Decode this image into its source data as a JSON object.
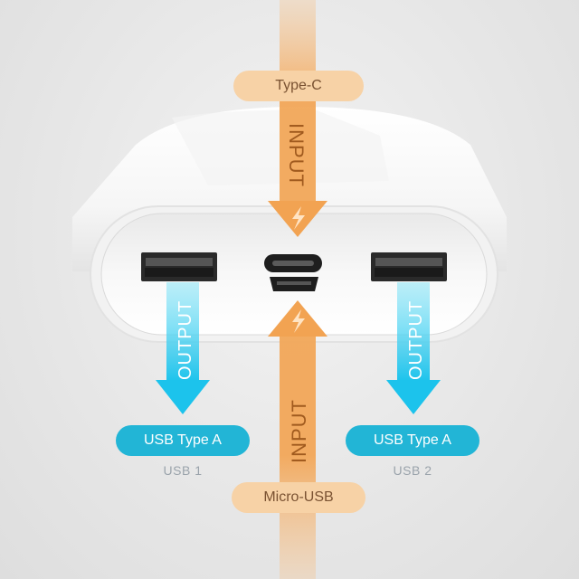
{
  "labels": {
    "top_input_port": "Type-C",
    "bottom_input_port": "Micro-USB",
    "left_output_port": "USB Type A",
    "right_output_port": "USB Type A",
    "left_output_name": "USB 1",
    "right_output_name": "USB 2"
  },
  "arrows": {
    "input_text": "INPUT",
    "output_text": "OUTPUT"
  },
  "colors": {
    "input_accent": "#f0a050",
    "output_accent": "#2ec8ee",
    "pill_input_bg": "#f7d2a6",
    "pill_output_bg": "#22b5d6"
  }
}
